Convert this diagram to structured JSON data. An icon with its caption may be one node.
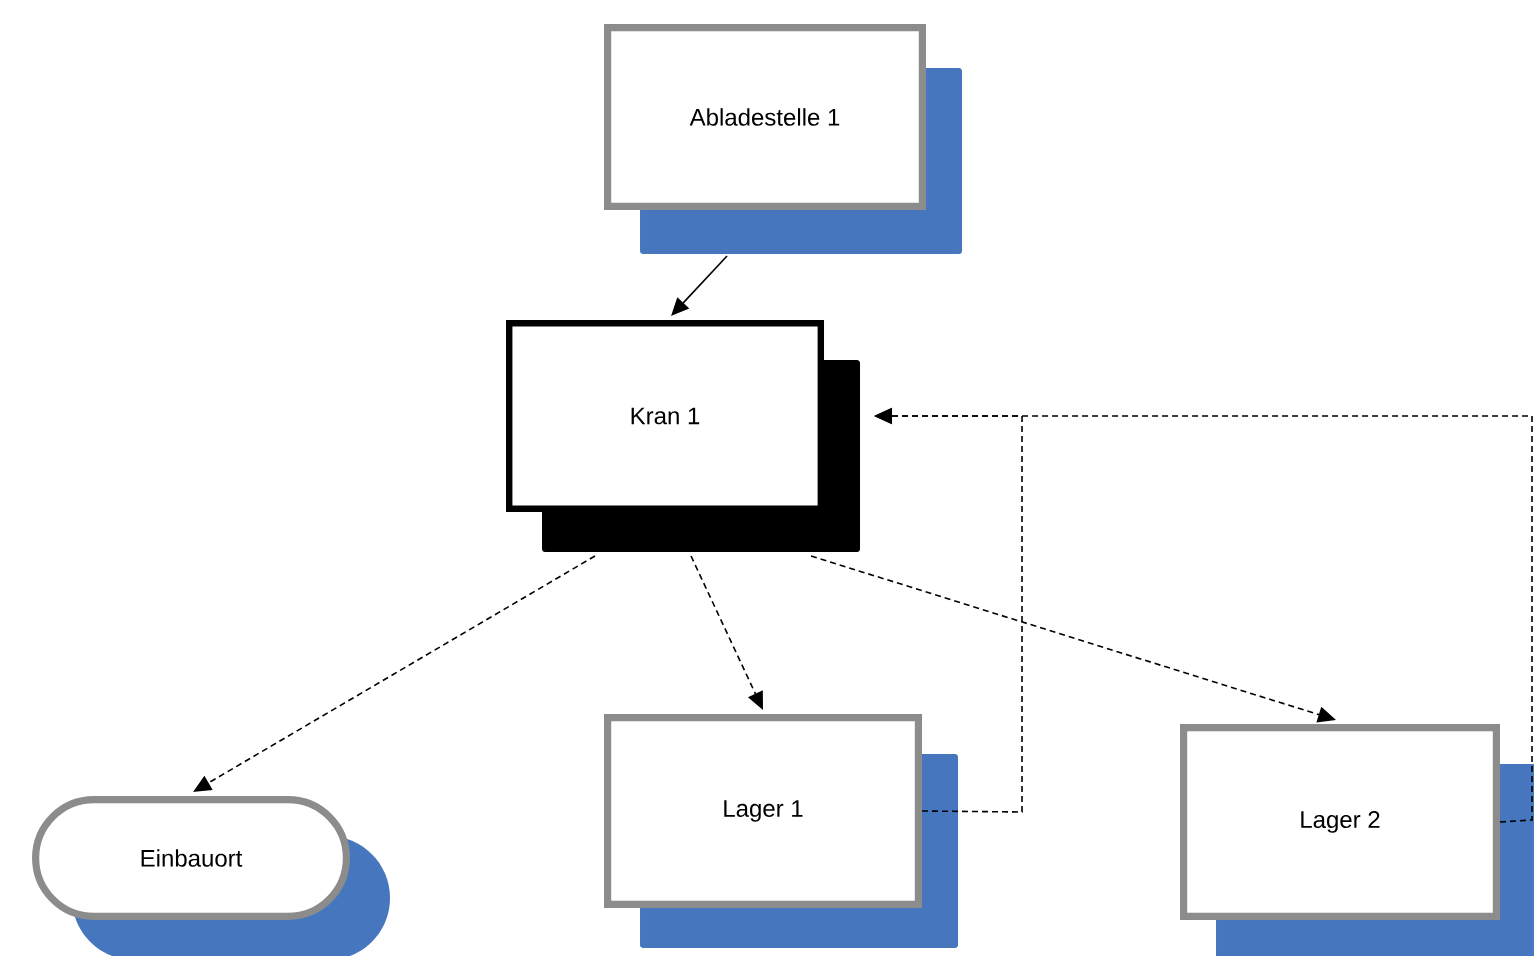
{
  "diagram": {
    "nodes": [
      {
        "text": [
          "Abladestelle 1"
        ]
      },
      {
        "text": [
          "Kran 1"
        ]
      },
      {
        "text": [
          "Einbauort"
        ]
      },
      {
        "text": [
          "Lager 1"
        ]
      },
      {
        "text": [
          "Lager 2"
        ]
      }
    ],
    "edges": [
      {
        "from": 0,
        "to": 1,
        "arrow": "to"
      },
      {
        "from": 1,
        "to": 2,
        "arrow": "to",
        "style": "dashed"
      },
      {
        "from": 1,
        "to": 3,
        "arrow": "to",
        "style": "dashed"
      },
      {
        "from": 1,
        "to": 4,
        "arrow": "to",
        "style": "dashed"
      },
      {
        "from": 3,
        "to": 1,
        "arrow": "to",
        "style": "dashed"
      },
      {
        "from": 4,
        "to": 1,
        "arrow": "to",
        "style": "dashed"
      }
    ]
  }
}
